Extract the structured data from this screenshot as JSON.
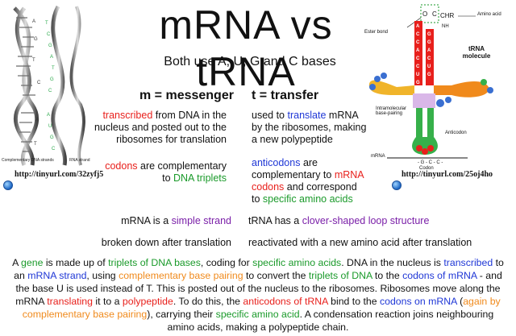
{
  "title": "mRNA vs tRNA",
  "subtitle": "Both use A, U, G and C bases",
  "columns": {
    "m_heading": "m = messenger",
    "t_heading": "t = transfer"
  },
  "mrna_rows": {
    "row1": {
      "a": "transcribed",
      "b": " from DNA in the",
      "c": "nucleus and posted out to the",
      "d": "ribosomes for translation"
    },
    "row2": {
      "a": "codons",
      "b": " are complementary",
      "c": "to ",
      "d": "DNA triplets"
    },
    "row3": {
      "a": "mRNA is a ",
      "b": "simple strand"
    },
    "row4": "broken down after translation"
  },
  "trna_rows": {
    "row1": {
      "a": "used to ",
      "b": "translate",
      "c": " mRNA",
      "d": "by the ribosomes, making",
      "e": "a new polypeptide"
    },
    "row2": {
      "a": "anticodons",
      "b": " are",
      "c": "complementary to ",
      "d": "mRNA",
      "e": "codons",
      "f": " and correspond",
      "g": "to ",
      "h": "specific amino acids"
    },
    "row3": {
      "a": "tRNA has a ",
      "b": "clover-shaped loop structure"
    },
    "row4": "reactivated with a new amino acid after translation"
  },
  "left_image": {
    "label_left": "Complementary DNA strands",
    "label_right": "RNA strand",
    "url": "http://tinyurl.com/32zyfj5"
  },
  "right_image": {
    "ester_bond": "Ester bond",
    "amino_acid": "Amino acid",
    "molecule_label_1": "tRNA",
    "molecule_label_2": "molecule",
    "intramolecular_1": "Intramolecular",
    "intramolecular_2": "base-pairing",
    "anticodon": "Anticodon",
    "codon": "Codon",
    "mrna": "mRNA",
    "codon_bases": "- G - C - C -",
    "url": "http://tinyurl.com/25oj4ho",
    "colors": {
      "acceptor": "#e8201c",
      "d_arm": "#f0b42a",
      "anticodon_arm": "#36b04a",
      "t_arm": "#f08a1c",
      "variable": "#3a6fd1",
      "accent": "#e8201c"
    }
  },
  "paragraph": [
    {
      "t": "A ",
      "c": ""
    },
    {
      "t": "gene",
      "c": "green"
    },
    {
      "t": " is made up of ",
      "c": ""
    },
    {
      "t": "triplets of DNA bases",
      "c": "green"
    },
    {
      "t": ", coding for ",
      "c": ""
    },
    {
      "t": "specific amino acids",
      "c": "green"
    },
    {
      "t": ". DNA in the nucleus is ",
      "c": ""
    },
    {
      "t": "transcribed",
      "c": "blue"
    },
    {
      "t": " to an ",
      "c": ""
    },
    {
      "t": "mRNA strand",
      "c": "blue"
    },
    {
      "t": ", using ",
      "c": ""
    },
    {
      "t": "complementary base pairing",
      "c": "orange"
    },
    {
      "t": " to convert the ",
      "c": ""
    },
    {
      "t": "triplets of DNA",
      "c": "green"
    },
    {
      "t": " to the ",
      "c": ""
    },
    {
      "t": "codons of mRNA",
      "c": "blue"
    },
    {
      "t": " - and the base U is used instead of T. This is posted out of the nucleus to the ribosomes. Ribosomes move along the mRNA ",
      "c": ""
    },
    {
      "t": "translating",
      "c": "red"
    },
    {
      "t": " it to a ",
      "c": ""
    },
    {
      "t": "polypeptide",
      "c": "red"
    },
    {
      "t": ". To do this, the ",
      "c": ""
    },
    {
      "t": "anticodons of tRNA",
      "c": "red"
    },
    {
      "t": " bind to the ",
      "c": ""
    },
    {
      "t": "codons on mRNA",
      "c": "blue"
    },
    {
      "t": " (",
      "c": ""
    },
    {
      "t": "again by complementary base pairing",
      "c": "orange"
    },
    {
      "t": "), carrying their ",
      "c": ""
    },
    {
      "t": "specific amino acid",
      "c": "green"
    },
    {
      "t": ". A condensation reaction joins neighbouring amino acids, making a polypeptide chain.",
      "c": ""
    }
  ]
}
